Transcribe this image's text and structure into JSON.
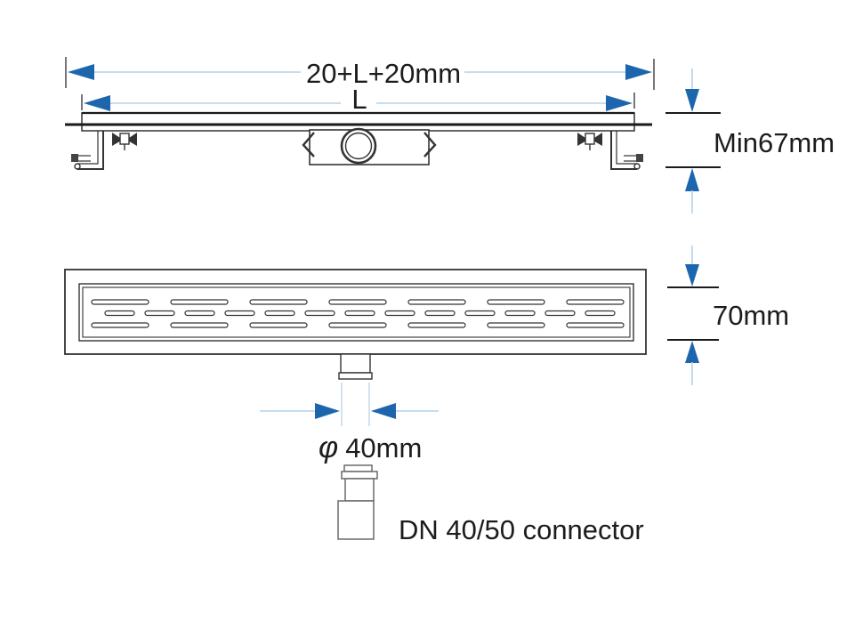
{
  "diagram": {
    "labels": {
      "total_length": "20+L+20mm",
      "trough_length": "L",
      "min_installation_height": "Min67mm",
      "channel_width": "70mm",
      "outlet_diameter_symbol": "φ",
      "outlet_diameter_value": "40mm",
      "connector": "DN 40/50 connector"
    },
    "colors": {
      "dimension_arrow": "#1d66ae",
      "dimension_line": "#b3d2ea",
      "drawing_line": "#333333",
      "text": "#1c1c1c",
      "background": "#ffffff"
    }
  }
}
